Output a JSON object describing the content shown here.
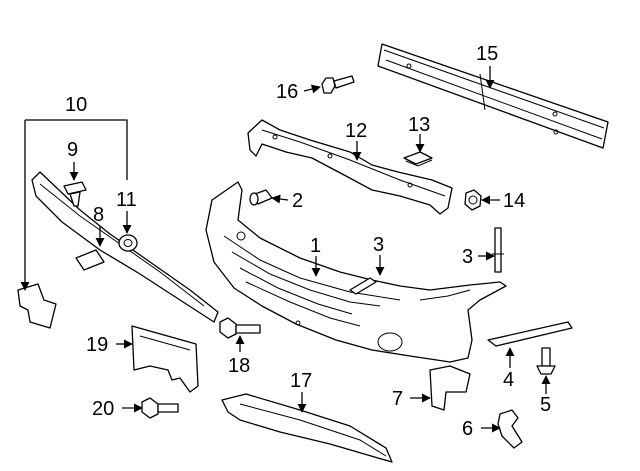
{
  "callouts": {
    "c1": "1",
    "c2": "2",
    "c3a": "3",
    "c3b": "3",
    "c4": "4",
    "c5": "5",
    "c6": "6",
    "c7": "7",
    "c8": "8",
    "c9": "9",
    "c10": "10",
    "c11": "11",
    "c12": "12",
    "c13": "13",
    "c14": "14",
    "c15": "15",
    "c16": "16",
    "c17": "17",
    "c18": "18",
    "c19": "19",
    "c20": "20"
  }
}
